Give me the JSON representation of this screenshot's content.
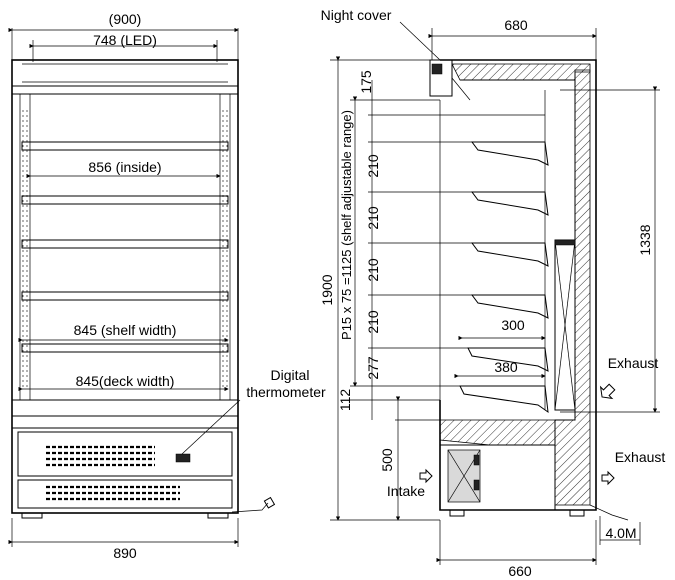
{
  "front_view": {
    "dim_overall": "(900)",
    "dim_led": "748 (LED)",
    "dim_inside": "856 (inside)",
    "dim_shelf_width": "845 (shelf width)",
    "dim_deck_width": "845(deck width)",
    "dim_base": "890",
    "label_digital": "Digital",
    "label_thermometer": "thermometer"
  },
  "side_view": {
    "label_night_cover": "Night cover",
    "dim_top_depth": "680",
    "dim_height": "1900",
    "dim_shelf_range": "P15 x 75 =1125 (shelf adjustable range)",
    "dim_175": "175",
    "dim_210_a": "210",
    "dim_210_b": "210",
    "dim_210_c": "210",
    "dim_210_d": "210",
    "dim_277": "277",
    "dim_112": "112",
    "dim_500": "500",
    "dim_1338": "1338",
    "dim_300": "300",
    "dim_380": "380",
    "dim_bottom_depth": "660",
    "dim_cord": "4.0M",
    "label_exhaust_1": "Exhaust",
    "label_exhaust_2": "Exhaust",
    "label_intake": "Intake"
  }
}
